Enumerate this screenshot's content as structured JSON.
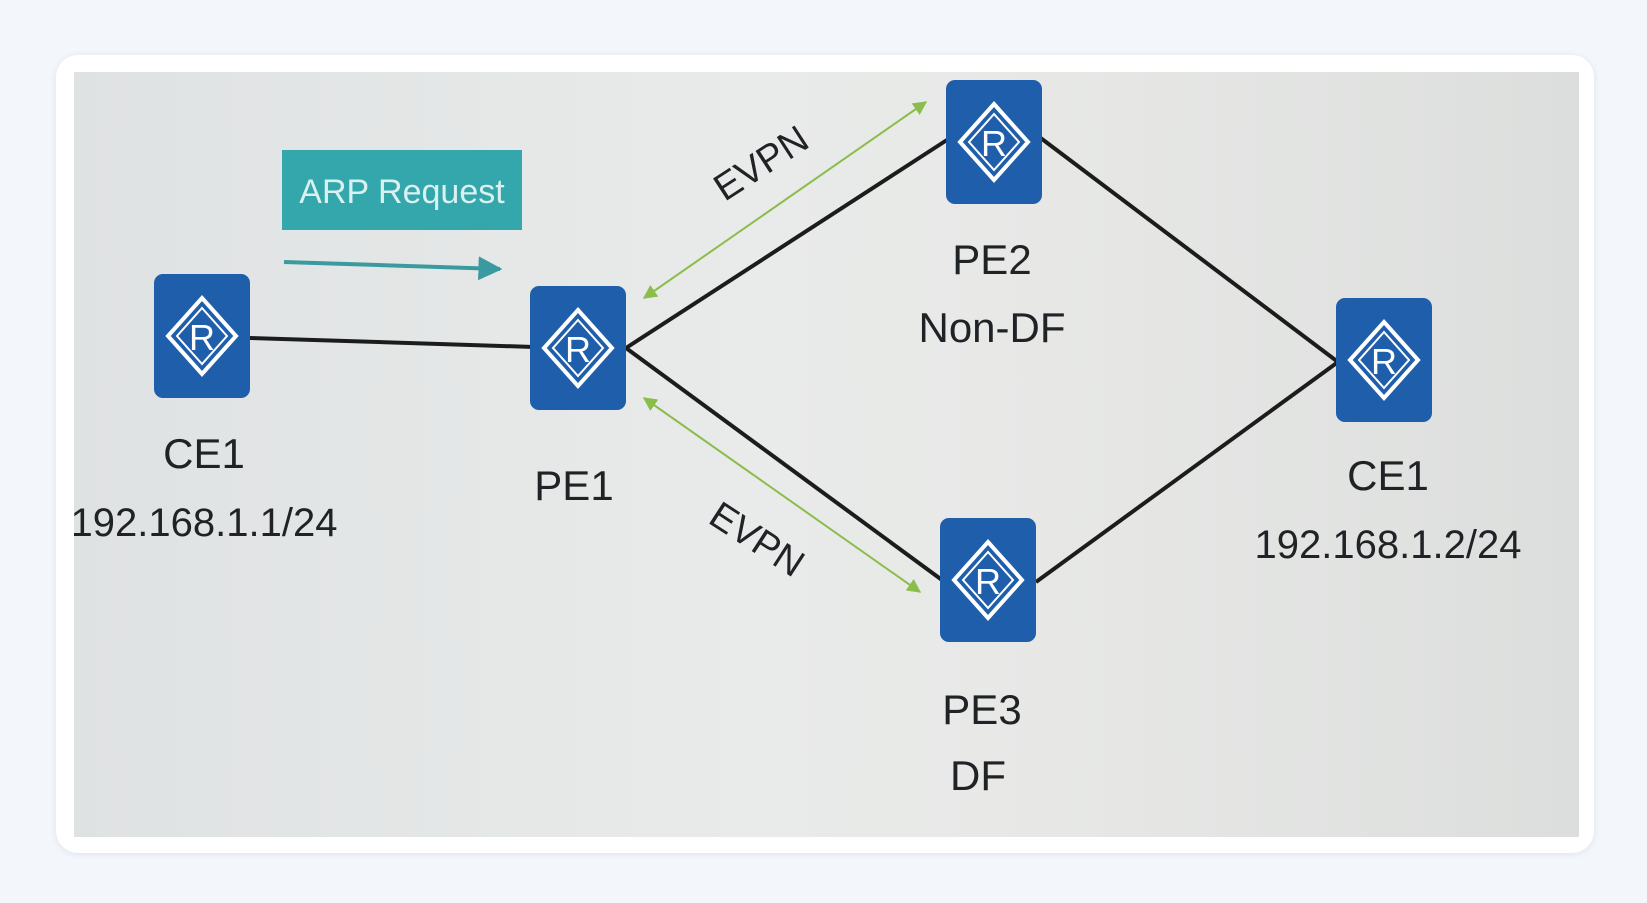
{
  "diagram": {
    "legend": {
      "label": "ARP Request"
    },
    "nodes": [
      {
        "id": "ce1-left",
        "name": "CE1",
        "sub": "192.168.1.1/24",
        "icon": "router-icon"
      },
      {
        "id": "pe1",
        "name": "PE1",
        "sub": "",
        "icon": "router-icon"
      },
      {
        "id": "pe2",
        "name": "PE2",
        "sub": "Non-DF",
        "icon": "router-icon"
      },
      {
        "id": "pe3",
        "name": "PE3",
        "sub": "DF",
        "icon": "router-icon"
      },
      {
        "id": "ce1-right",
        "name": "CE1",
        "sub": "192.168.1.2/24",
        "icon": "router-icon"
      }
    ],
    "router_glyph": "R",
    "evpn_top": "EVPN",
    "evpn_bottom": "EVPN",
    "colors": {
      "router": "#1f5eaa",
      "legend_bg": "#33a7ab",
      "legend_text": "#d9f1f0",
      "arrow_teal": "#3a9aa0",
      "evpn_arrow": "#8abd4a",
      "link": "#1c1c1c"
    }
  }
}
